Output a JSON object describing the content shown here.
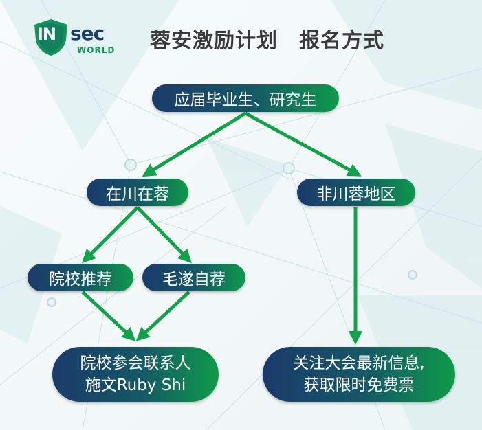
{
  "logo": {
    "brand_in": "IN",
    "brand_sec": "sec",
    "brand_sub": "WORLD",
    "shield_color": "#12955a",
    "text_color": "#1a3f6b"
  },
  "header": {
    "title": "蓉安激励计划　报名方式"
  },
  "colors": {
    "node_start": "#1b3a6b",
    "node_end": "#0f9a4a",
    "arrow": "#12a24a"
  },
  "flow": {
    "root": "应届毕业生、研究生",
    "local": "在川在蓉",
    "nonlocal": "非川蓉地区",
    "school_recommend": "院校推荐",
    "self_recommend": "毛遂自荐",
    "contact": [
      "院校参会联系人",
      "施文Ruby Shi"
    ],
    "follow": [
      "关注大会最新信息,",
      "获取限时免费票"
    ]
  }
}
